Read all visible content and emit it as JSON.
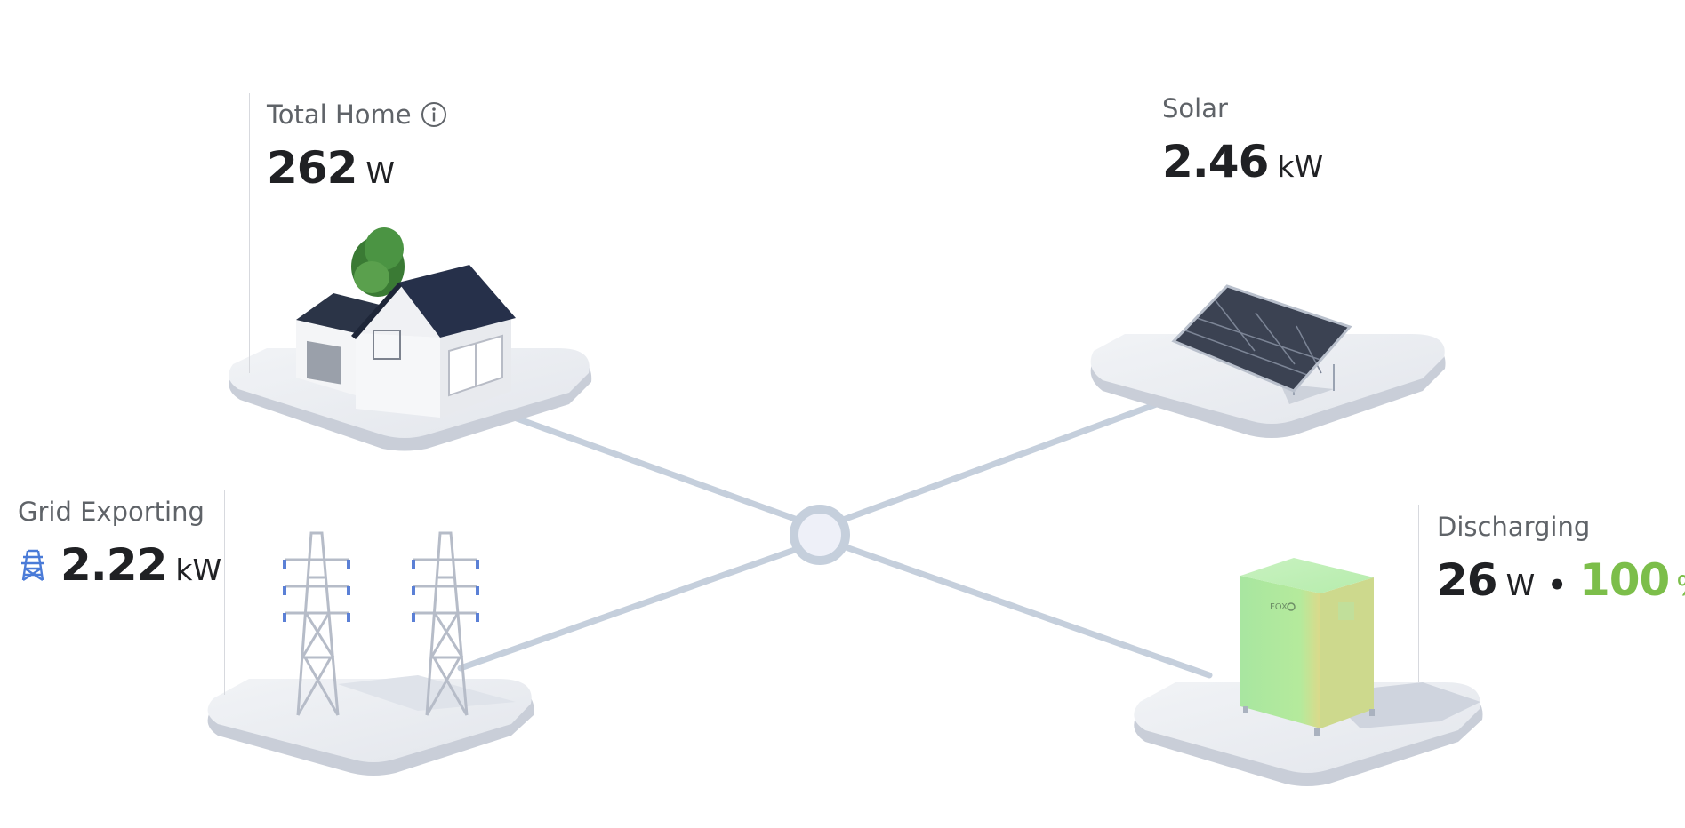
{
  "home": {
    "title": "Total Home",
    "value": "262",
    "unit": "W",
    "info_icon": "info-icon"
  },
  "solar": {
    "title": "Solar",
    "value": "2.46",
    "unit": "kW"
  },
  "grid": {
    "title": "Grid Exporting",
    "value": "2.22",
    "unit": "kW",
    "icon": "transmission-tower-icon"
  },
  "battery": {
    "title": "Discharging",
    "value": "26",
    "unit": "W",
    "separator": "•",
    "soc_value": "100",
    "soc_unit": "%",
    "brand": "FOX"
  },
  "colors": {
    "accent_green": "#7cbe4a",
    "grid_icon_blue": "#4a7bd8",
    "flow_line": "#c5cfdc",
    "battery_body": "#b8ebb0"
  }
}
